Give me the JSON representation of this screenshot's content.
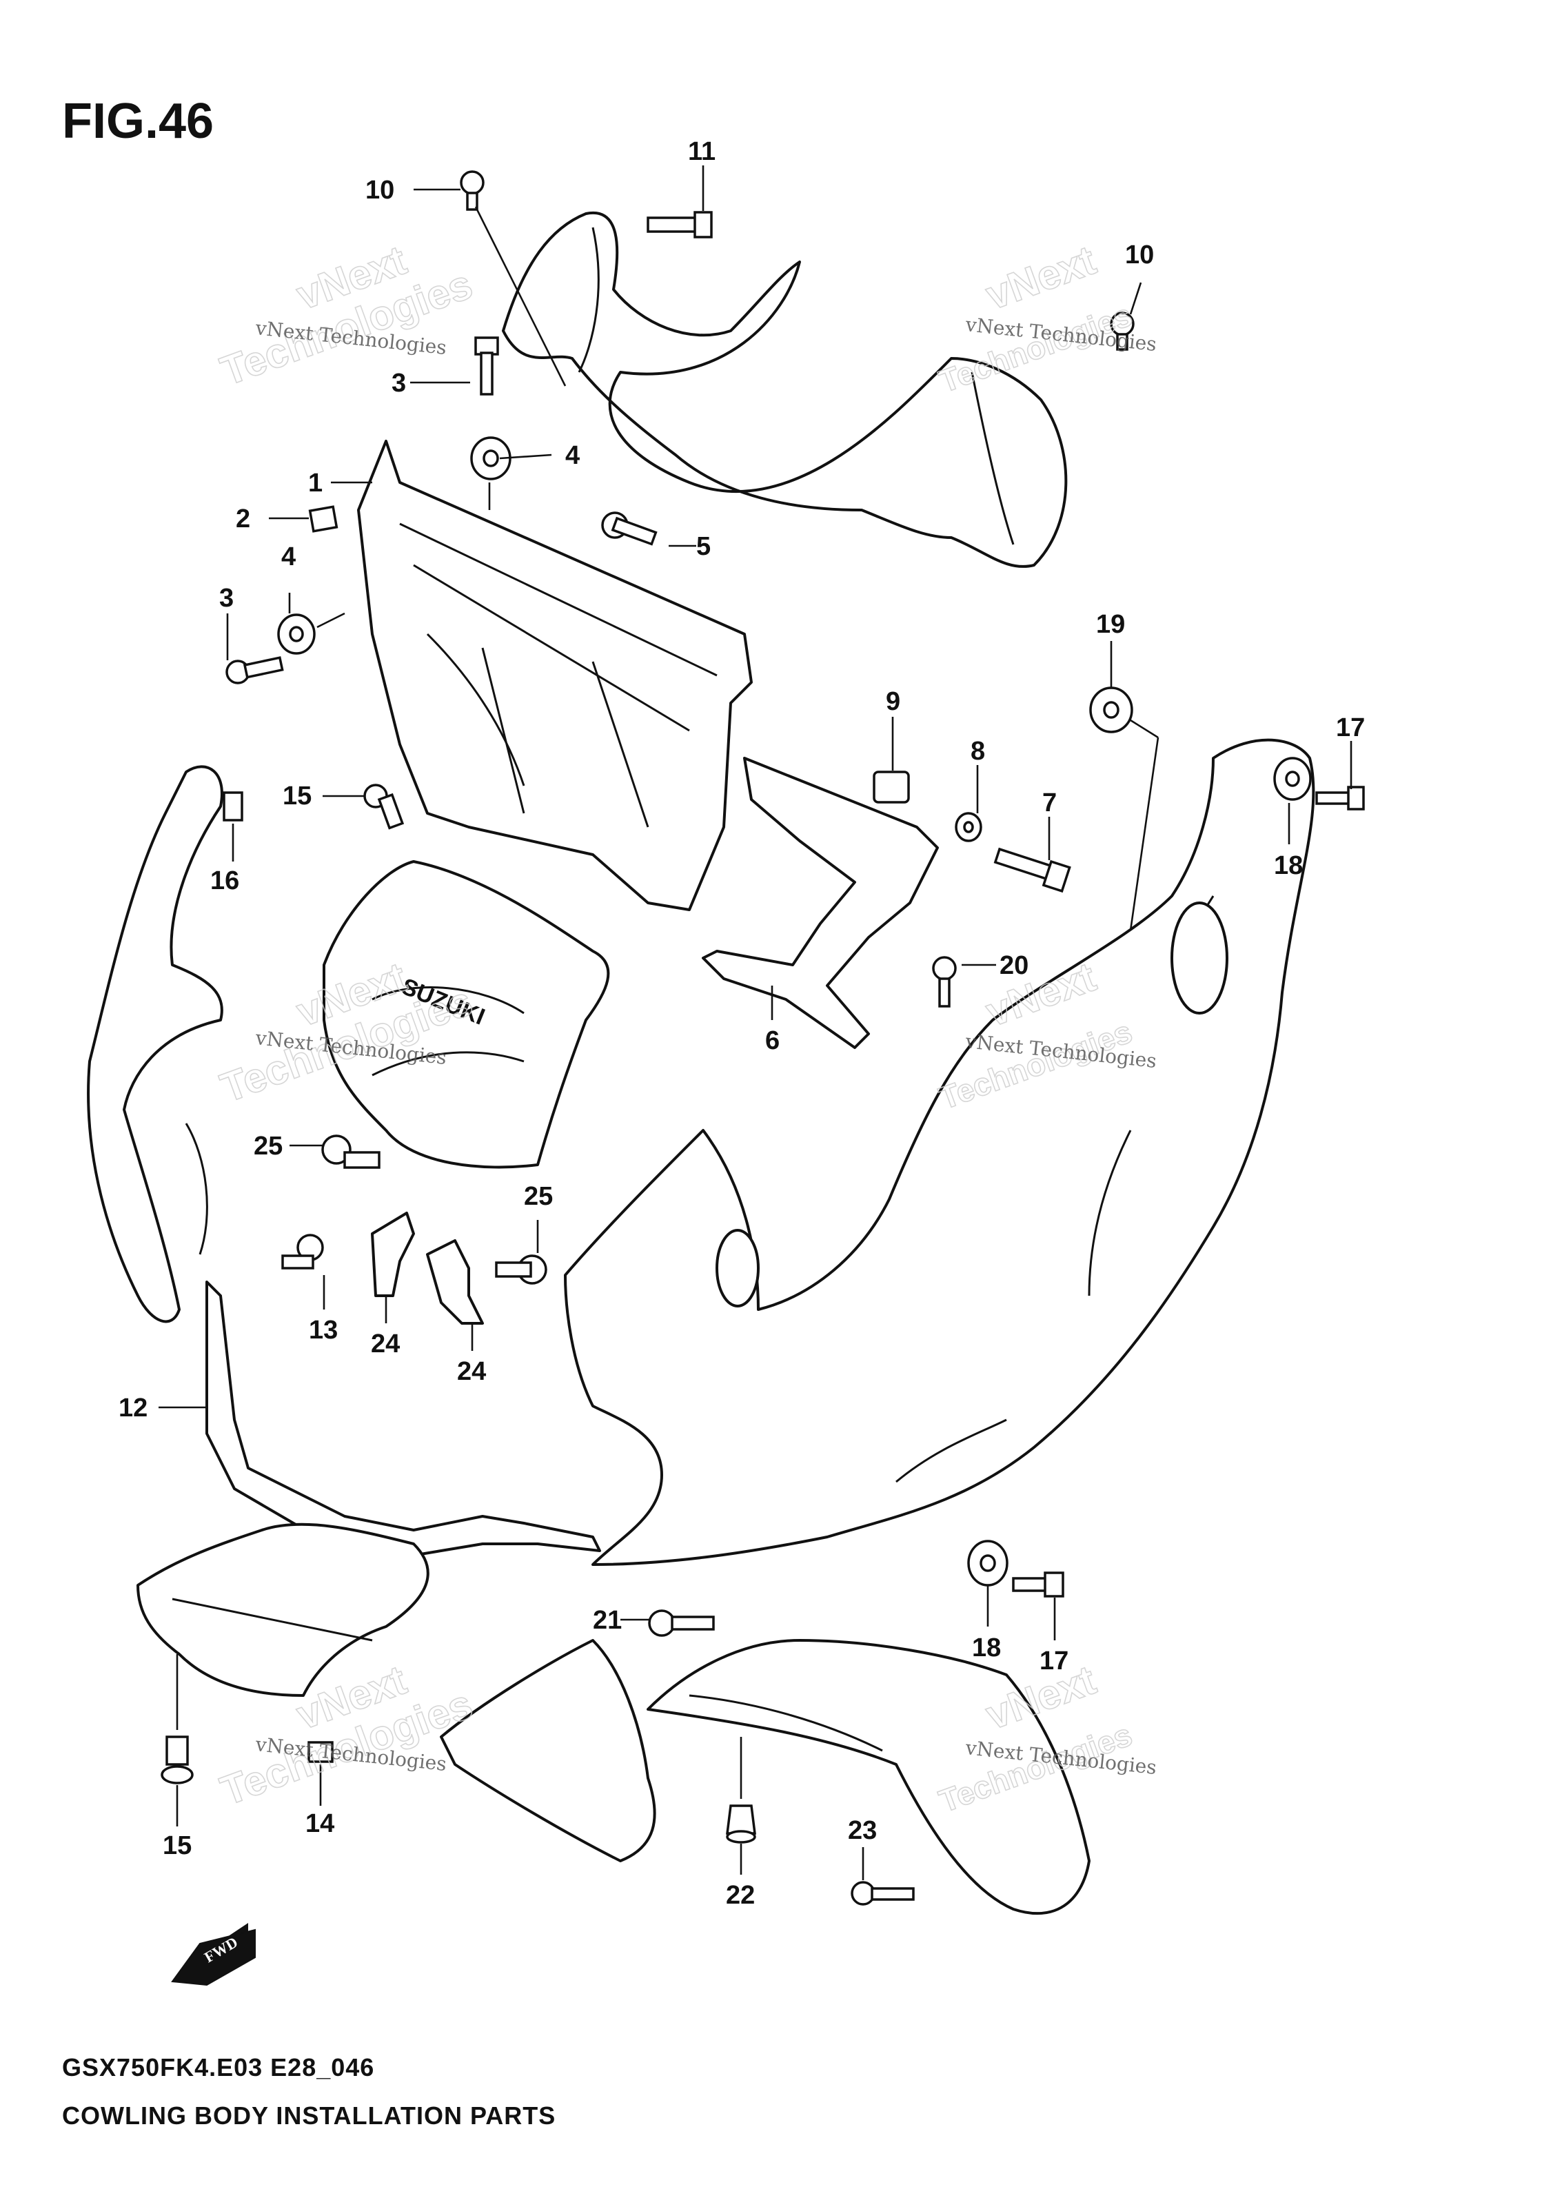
{
  "figure": {
    "label": "FIG.46"
  },
  "caption": {
    "code": "GSX750FK4.E03 E28_046",
    "title": "COWLING BODY INSTALLATION PARTS"
  },
  "brand_mark": "SUZUKI",
  "direction_indicator": {
    "label": "FWD"
  },
  "watermark": {
    "line1": "vNext Technologies",
    "line2": "vNext",
    "line3": "Technologies"
  },
  "callouts": [
    "10",
    "11",
    "3",
    "4",
    "1",
    "2",
    "5",
    "3",
    "4",
    "10",
    "19",
    "17",
    "9",
    "8",
    "7",
    "15",
    "16",
    "18",
    "20",
    "6",
    "25",
    "25",
    "24",
    "24",
    "13",
    "12",
    "21",
    "18",
    "17",
    "15",
    "14",
    "22",
    "23"
  ]
}
